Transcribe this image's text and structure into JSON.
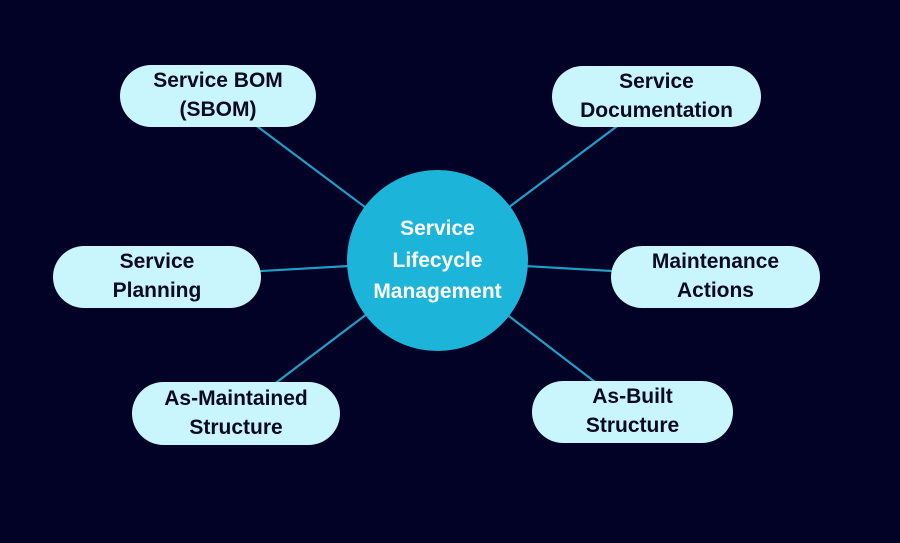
{
  "diagram": {
    "title": "Service Lifecycle Management",
    "center": {
      "label": "Service Lifecycle Management",
      "lines": [
        "Service",
        "Lifecycle",
        "Management"
      ]
    },
    "nodes": [
      {
        "id": "service-bom",
        "label": "Service BOM (SBOM)",
        "lines": [
          "Service BOM",
          "(SBOM)"
        ]
      },
      {
        "id": "service-documentation",
        "label": "Service Documentation",
        "lines": [
          "Service",
          "Documentation"
        ]
      },
      {
        "id": "service-planning",
        "label": "Service Planning",
        "lines": [
          "Service",
          "Planning"
        ]
      },
      {
        "id": "maintenance-actions",
        "label": "Maintenance Actions",
        "lines": [
          "Maintenance",
          "Actions"
        ]
      },
      {
        "id": "as-maintained-structure",
        "label": "As-Maintained Structure",
        "lines": [
          "As-Maintained",
          "Structure"
        ]
      },
      {
        "id": "as-built-structure",
        "label": "As-Built Structure",
        "lines": [
          "As-Built",
          "Structure"
        ]
      }
    ]
  },
  "colors": {
    "background": "#020226",
    "hub_fill": "#1cb5d9",
    "node_fill": "#c9f5fc",
    "connector": "#1f9fc7",
    "hub_text": "#ffffff",
    "node_text": "#0b0b20"
  }
}
